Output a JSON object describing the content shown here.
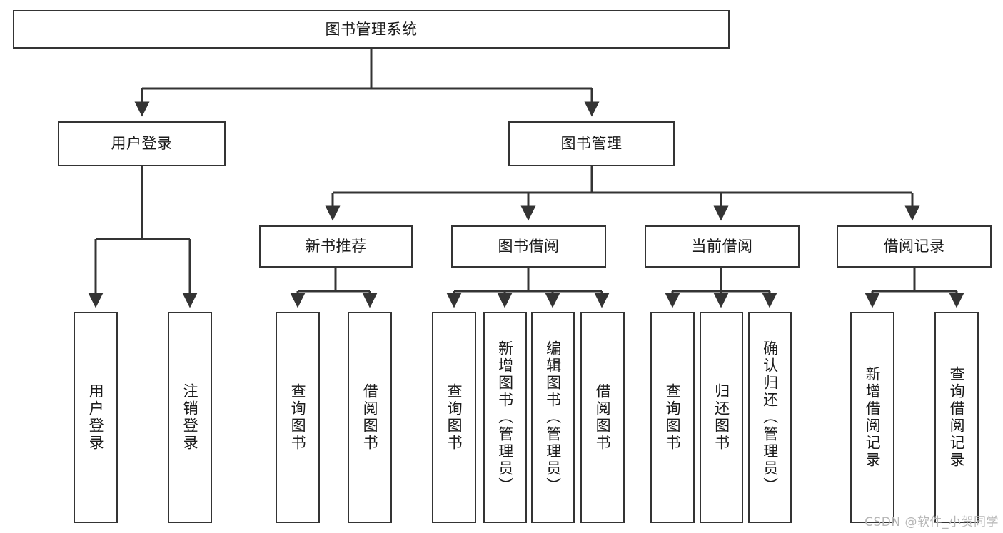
{
  "diagram": {
    "title": "图书管理系统",
    "watermark": "CSDN @软件_小贺同学",
    "colors": {
      "stroke": "#343434",
      "fill": "#ffffff",
      "text": "#1b1b1b",
      "watermark": "#b6b6b6"
    },
    "nodes": {
      "root": {
        "label": "图书管理系统"
      },
      "level2": [
        {
          "id": "user-login",
          "label": "用户登录"
        },
        {
          "id": "book-management",
          "label": "图书管理"
        }
      ],
      "level3": [
        {
          "id": "new-book-recommend",
          "label": "新书推荐"
        },
        {
          "id": "book-borrow",
          "label": "图书借阅"
        },
        {
          "id": "current-borrow",
          "label": "当前借阅"
        },
        {
          "id": "borrow-record",
          "label": "借阅记录"
        }
      ],
      "leaves": [
        {
          "id": "leaf-user-login",
          "parent": "user-login",
          "label": "用户登录"
        },
        {
          "id": "leaf-logout-login",
          "parent": "user-login",
          "label": "注销登录"
        },
        {
          "id": "leaf-query-book-1",
          "parent": "new-book-recommend",
          "label": "查询图书"
        },
        {
          "id": "leaf-borrow-book-1",
          "parent": "new-book-recommend",
          "label": "借阅图书"
        },
        {
          "id": "leaf-query-book-2",
          "parent": "book-borrow",
          "label": "查询图书"
        },
        {
          "id": "leaf-add-book",
          "parent": "book-borrow",
          "label": "新增图书（管理员）"
        },
        {
          "id": "leaf-edit-book",
          "parent": "book-borrow",
          "label": "编辑图书（管理员）"
        },
        {
          "id": "leaf-borrow-book-2",
          "parent": "book-borrow",
          "label": "借阅图书"
        },
        {
          "id": "leaf-query-book-3",
          "parent": "current-borrow",
          "label": "查询图书"
        },
        {
          "id": "leaf-return-book",
          "parent": "current-borrow",
          "label": "归还图书"
        },
        {
          "id": "leaf-confirm-return",
          "parent": "current-borrow",
          "label": "确认归还（管理员）"
        },
        {
          "id": "leaf-add-record",
          "parent": "borrow-record",
          "label": "新增借阅记录"
        },
        {
          "id": "leaf-query-record",
          "parent": "borrow-record",
          "label": "查询借阅记录"
        }
      ]
    }
  }
}
